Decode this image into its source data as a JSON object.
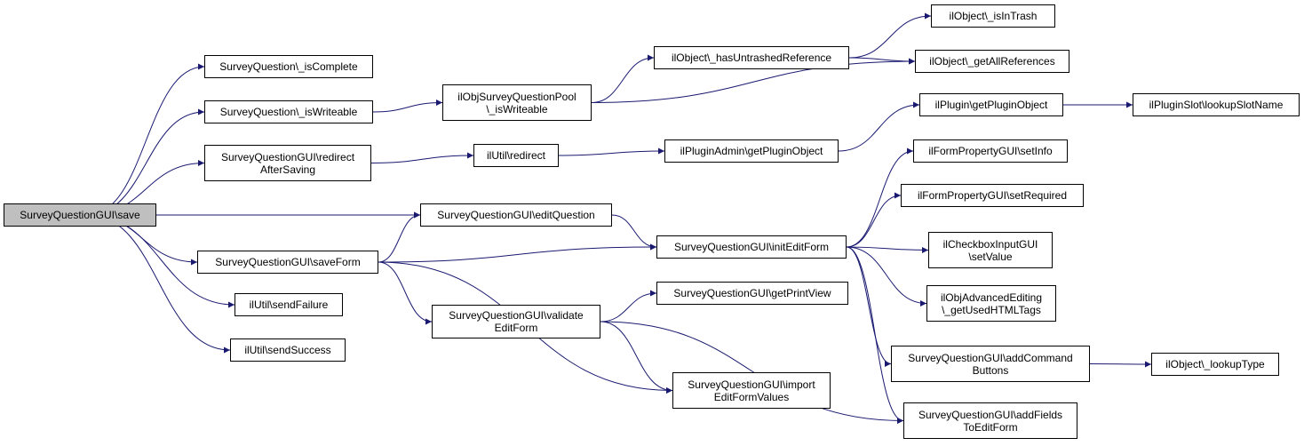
{
  "colors": {
    "edge": "#191970",
    "node_border": "#000000",
    "root_fill": "#bfbfbf",
    "node_fill": "#ffffff"
  },
  "nodes": {
    "save": {
      "lines": [
        "SurveyQuestionGUI\\save"
      ]
    },
    "isComplete": {
      "lines": [
        "SurveyQuestion\\_isComplete"
      ]
    },
    "isWriteable": {
      "lines": [
        "SurveyQuestion\\_isWriteable"
      ]
    },
    "redirectAfterSaving": {
      "lines": [
        "SurveyQuestionGUI\\redirect",
        "AfterSaving"
      ]
    },
    "saveForm": {
      "lines": [
        "SurveyQuestionGUI\\saveForm"
      ]
    },
    "sendFailure": {
      "lines": [
        "ilUtil\\sendFailure"
      ]
    },
    "sendSuccess": {
      "lines": [
        "ilUtil\\sendSuccess"
      ]
    },
    "poolIsWriteable": {
      "lines": [
        "ilObjSurveyQuestionPool",
        "\\_isWriteable"
      ]
    },
    "redirect": {
      "lines": [
        "ilUtil\\redirect"
      ]
    },
    "editQuestion": {
      "lines": [
        "SurveyQuestionGUI\\editQuestion"
      ]
    },
    "validateEditForm": {
      "lines": [
        "SurveyQuestionGUI\\validate",
        "EditForm"
      ]
    },
    "hasUntrashed": {
      "lines": [
        "ilObject\\_hasUntrashedReference"
      ]
    },
    "pluginAdminGet": {
      "lines": [
        "ilPluginAdmin\\getPluginObject"
      ]
    },
    "initEditForm": {
      "lines": [
        "SurveyQuestionGUI\\initEditForm"
      ]
    },
    "getPrintView": {
      "lines": [
        "SurveyQuestionGUI\\getPrintView"
      ]
    },
    "importEditForm": {
      "lines": [
        "SurveyQuestionGUI\\import",
        "EditFormValues"
      ]
    },
    "isInTrash": {
      "lines": [
        "ilObject\\_isInTrash"
      ]
    },
    "getAllRefs": {
      "lines": [
        "ilObject\\_getAllReferences"
      ]
    },
    "pluginGet": {
      "lines": [
        "ilPlugin\\getPluginObject"
      ]
    },
    "setInfo": {
      "lines": [
        "ilFormPropertyGUI\\setInfo"
      ]
    },
    "setRequired": {
      "lines": [
        "ilFormPropertyGUI\\setRequired"
      ]
    },
    "checkboxSetValue": {
      "lines": [
        "ilCheckboxInputGUI",
        "\\setValue"
      ]
    },
    "usedHtmlTags": {
      "lines": [
        "ilObjAdvancedEditing",
        "\\_getUsedHTMLTags"
      ]
    },
    "addCommandButtons": {
      "lines": [
        "SurveyQuestionGUI\\addCommand",
        "Buttons"
      ]
    },
    "addFields": {
      "lines": [
        "SurveyQuestionGUI\\addFields",
        "ToEditForm"
      ]
    },
    "lookupSlotName": {
      "lines": [
        "ilPluginSlot\\lookupSlotName"
      ]
    },
    "lookupType": {
      "lines": [
        "ilObject\\_lookupType"
      ]
    }
  },
  "edges": [
    [
      "save",
      "isComplete"
    ],
    [
      "save",
      "isWriteable"
    ],
    [
      "save",
      "redirectAfterSaving"
    ],
    [
      "save",
      "editQuestion"
    ],
    [
      "save",
      "saveForm"
    ],
    [
      "save",
      "sendFailure"
    ],
    [
      "save",
      "sendSuccess"
    ],
    [
      "isWriteable",
      "poolIsWriteable"
    ],
    [
      "poolIsWriteable",
      "hasUntrashed"
    ],
    [
      "poolIsWriteable",
      "getAllRefs"
    ],
    [
      "hasUntrashed",
      "isInTrash"
    ],
    [
      "hasUntrashed",
      "getAllRefs"
    ],
    [
      "redirectAfterSaving",
      "redirect"
    ],
    [
      "redirect",
      "pluginAdminGet"
    ],
    [
      "pluginAdminGet",
      "pluginGet"
    ],
    [
      "pluginGet",
      "lookupSlotName"
    ],
    [
      "saveForm",
      "editQuestion"
    ],
    [
      "saveForm",
      "initEditForm"
    ],
    [
      "saveForm",
      "validateEditForm"
    ],
    [
      "saveForm",
      "importEditForm"
    ],
    [
      "editQuestion",
      "initEditForm"
    ],
    [
      "initEditForm",
      "setInfo"
    ],
    [
      "initEditForm",
      "setRequired"
    ],
    [
      "initEditForm",
      "checkboxSetValue"
    ],
    [
      "initEditForm",
      "usedHtmlTags"
    ],
    [
      "initEditForm",
      "addCommandButtons"
    ],
    [
      "initEditForm",
      "addFields"
    ],
    [
      "validateEditForm",
      "getPrintView"
    ],
    [
      "validateEditForm",
      "importEditForm"
    ],
    [
      "validateEditForm",
      "addFields"
    ],
    [
      "addCommandButtons",
      "lookupType"
    ]
  ]
}
